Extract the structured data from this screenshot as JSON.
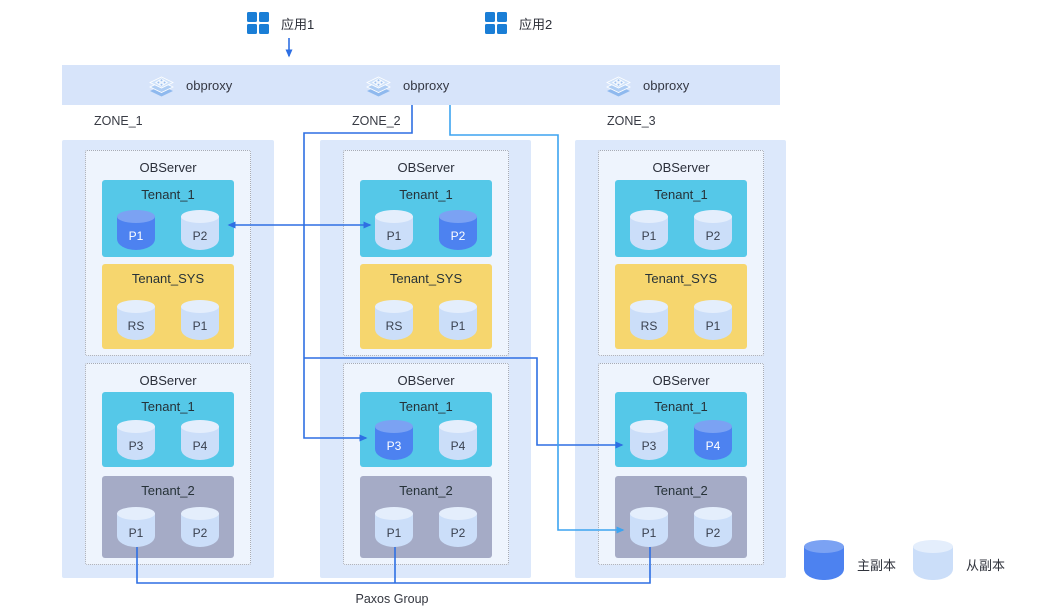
{
  "apps": [
    {
      "label": "应用1"
    },
    {
      "label": "应用2"
    }
  ],
  "obproxy_bar": {
    "items": [
      {
        "label": "obproxy"
      },
      {
        "label": "obproxy"
      },
      {
        "label": "obproxy"
      }
    ]
  },
  "zones": [
    {
      "label": "ZONE_1",
      "servers": [
        {
          "label": "OBServer",
          "tenants": [
            {
              "name": "Tenant_1",
              "partitions": [
                {
                  "label": "P1",
                  "role": "primary"
                },
                {
                  "label": "P2",
                  "role": "secondary"
                }
              ]
            },
            {
              "name": "Tenant_SYS",
              "partitions": [
                {
                  "label": "RS",
                  "role": "secondary"
                },
                {
                  "label": "P1",
                  "role": "secondary"
                }
              ]
            }
          ]
        },
        {
          "label": "OBServer",
          "tenants": [
            {
              "name": "Tenant_1",
              "partitions": [
                {
                  "label": "P3",
                  "role": "secondary"
                },
                {
                  "label": "P4",
                  "role": "secondary"
                }
              ]
            },
            {
              "name": "Tenant_2",
              "partitions": [
                {
                  "label": "P1",
                  "role": "secondary"
                },
                {
                  "label": "P2",
                  "role": "secondary"
                }
              ]
            }
          ]
        }
      ]
    },
    {
      "label": "ZONE_2",
      "servers": [
        {
          "label": "OBServer",
          "tenants": [
            {
              "name": "Tenant_1",
              "partitions": [
                {
                  "label": "P1",
                  "role": "secondary"
                },
                {
                  "label": "P2",
                  "role": "primary"
                }
              ]
            },
            {
              "name": "Tenant_SYS",
              "partitions": [
                {
                  "label": "RS",
                  "role": "secondary"
                },
                {
                  "label": "P1",
                  "role": "secondary"
                }
              ]
            }
          ]
        },
        {
          "label": "OBServer",
          "tenants": [
            {
              "name": "Tenant_1",
              "partitions": [
                {
                  "label": "P3",
                  "role": "primary"
                },
                {
                  "label": "P4",
                  "role": "secondary"
                }
              ]
            },
            {
              "name": "Tenant_2",
              "partitions": [
                {
                  "label": "P1",
                  "role": "secondary"
                },
                {
                  "label": "P2",
                  "role": "secondary"
                }
              ]
            }
          ]
        }
      ]
    },
    {
      "label": "ZONE_3",
      "servers": [
        {
          "label": "OBServer",
          "tenants": [
            {
              "name": "Tenant_1",
              "partitions": [
                {
                  "label": "P1",
                  "role": "secondary"
                },
                {
                  "label": "P2",
                  "role": "secondary"
                }
              ]
            },
            {
              "name": "Tenant_SYS",
              "partitions": [
                {
                  "label": "RS",
                  "role": "secondary"
                },
                {
                  "label": "P1",
                  "role": "secondary"
                }
              ]
            }
          ]
        },
        {
          "label": "OBServer",
          "tenants": [
            {
              "name": "Tenant_1",
              "partitions": [
                {
                  "label": "P3",
                  "role": "secondary"
                },
                {
                  "label": "P4",
                  "role": "primary"
                }
              ]
            },
            {
              "name": "Tenant_2",
              "partitions": [
                {
                  "label": "P1",
                  "role": "secondary"
                },
                {
                  "label": "P2",
                  "role": "secondary"
                }
              ]
            }
          ]
        }
      ]
    }
  ],
  "paxos_group_label": "Paxos Group",
  "legend": {
    "items": [
      {
        "label": "主副本",
        "role": "primary"
      },
      {
        "label": "从副本",
        "role": "secondary"
      }
    ]
  },
  "colors": {
    "primary_replica": "#4d82f0",
    "secondary_replica": "#cbdef9",
    "tenant_user": "#55c8e8",
    "tenant_sys": "#f6d66e",
    "tenant_2": "#a5abc6",
    "zone_panel": "#dce8fb",
    "proxy_bar": "#d7e4fa",
    "line_dark": "#2e6fe3",
    "line_light": "#3da4f0"
  }
}
